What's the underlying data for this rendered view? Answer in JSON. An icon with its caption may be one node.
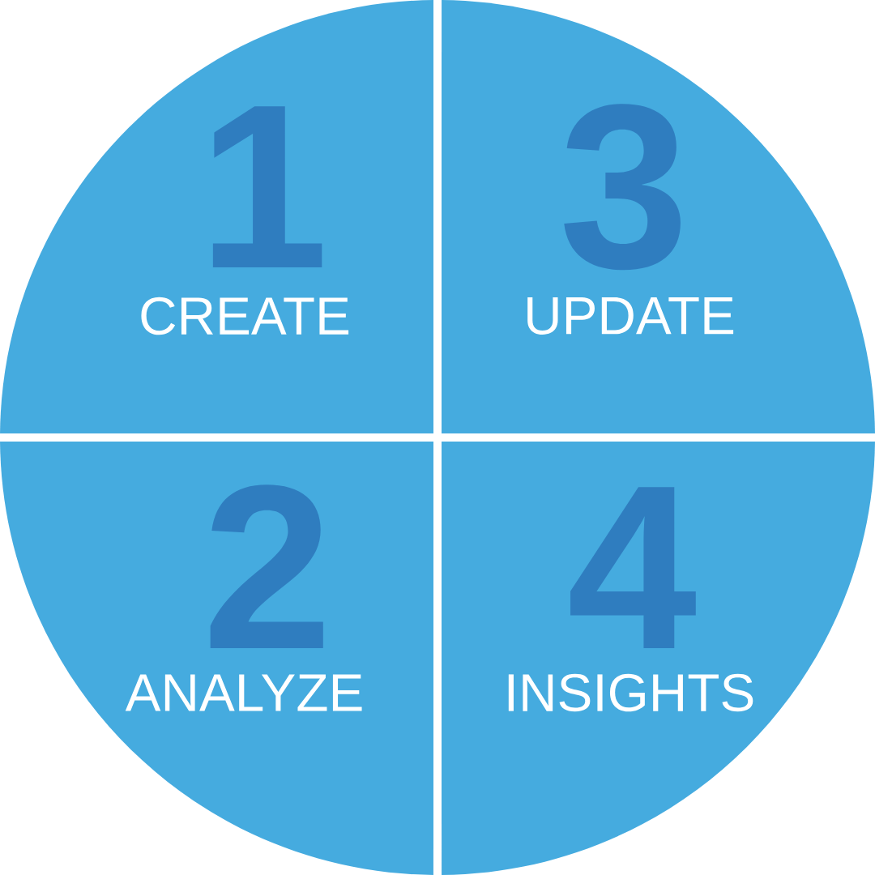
{
  "diagram": {
    "nodes": [
      {
        "text": [
          "1",
          "CREATE"
        ]
      },
      {
        "text": [
          "3",
          "UPDATE"
        ]
      },
      {
        "text": [
          "2",
          "ANALYZE"
        ]
      },
      {
        "text": [
          "4",
          "INSIGHTS"
        ]
      }
    ]
  }
}
